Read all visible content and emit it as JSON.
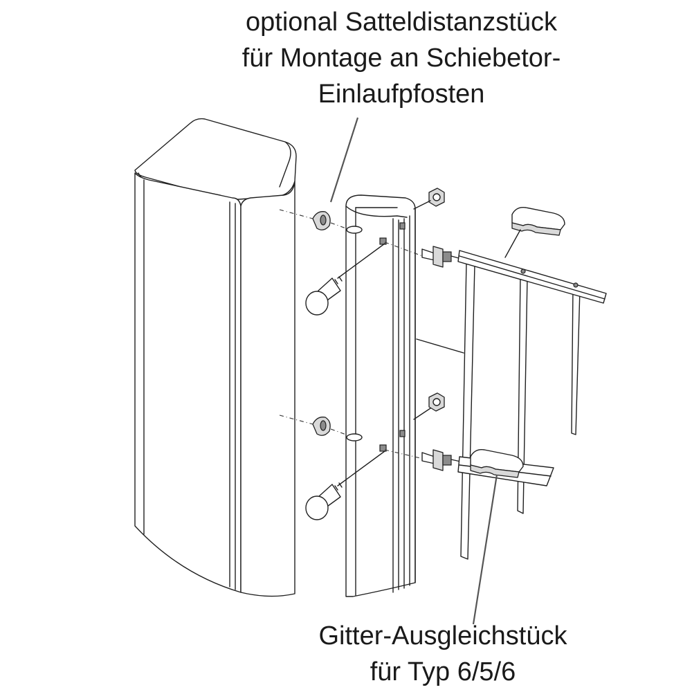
{
  "labels": {
    "spacer": {
      "line1": "optional Satteldistanzstück",
      "line2": "für Montage an Schiebetor-",
      "line3": "Einlaufpfosten"
    },
    "compensator": {
      "line1": "Gitter-Ausgleichstück",
      "line2": "für Typ 6/5/6"
    }
  }
}
